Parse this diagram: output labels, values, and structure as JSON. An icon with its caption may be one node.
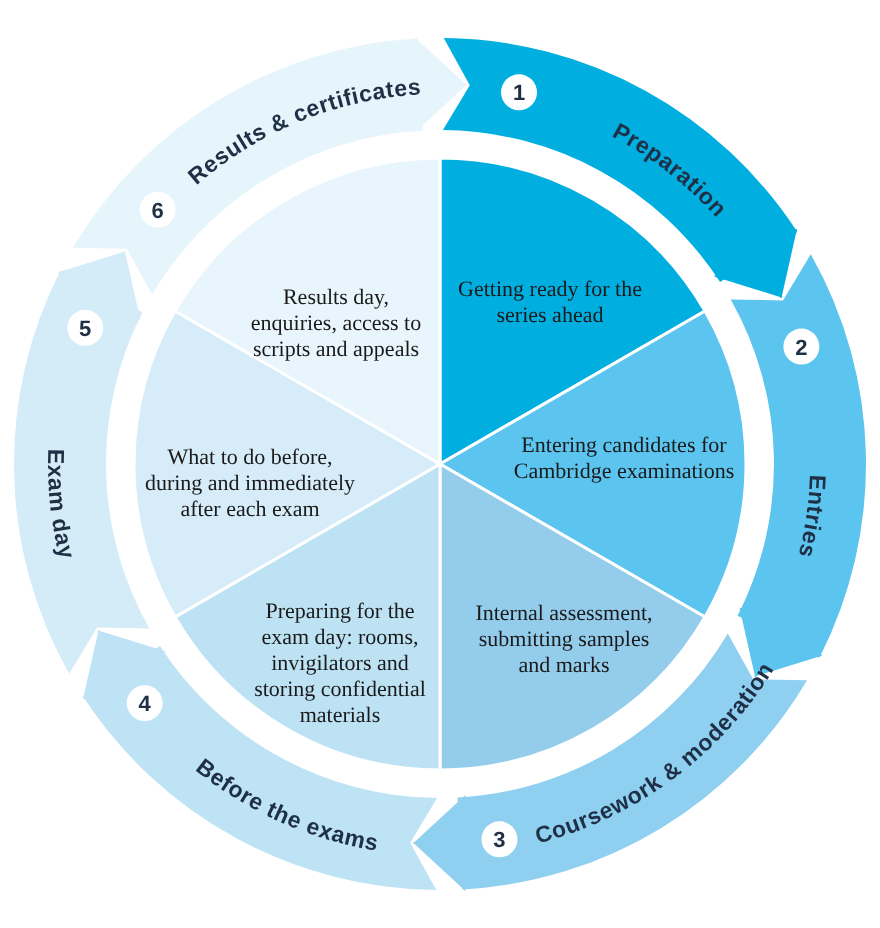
{
  "diagram": {
    "nodes": [
      {
        "text": [
          "1",
          "Preparation"
        ]
      },
      {
        "text": [
          "2",
          "Entries"
        ]
      },
      {
        "text": [
          "3",
          "Coursework & moderation"
        ]
      },
      {
        "text": [
          "4",
          "Before the exams"
        ]
      },
      {
        "text": [
          "5",
          "Exam day"
        ]
      },
      {
        "text": [
          "6",
          "Results & certificates"
        ]
      },
      {
        "text": [
          "Getting ready for the series ahead"
        ]
      },
      {
        "text": [
          "Entering candidates for Cambridge examinations"
        ]
      },
      {
        "text": [
          "Internal assessment, submitting samples and marks"
        ]
      },
      {
        "text": [
          "Preparing for the exam day: rooms, invigilators and storing confidential materials"
        ]
      },
      {
        "text": [
          "What to do before, during and immediately after each exam"
        ]
      },
      {
        "text": [
          "Results day, enquiries, access to scripts and appeals"
        ]
      }
    ],
    "edges": [
      {
        "from": 0,
        "to": 1,
        "arrow": "to",
        "color": "#00aee0"
      },
      {
        "from": 1,
        "to": 2,
        "arrow": "to",
        "color": "#5bc4ef"
      },
      {
        "from": 2,
        "to": 3,
        "arrow": "to",
        "color": "#8fd0f0"
      },
      {
        "from": 3,
        "to": 4,
        "arrow": "to",
        "color": "#bde3f5"
      },
      {
        "from": 4,
        "to": 5,
        "arrow": "to",
        "color": "#d4ecf8"
      },
      {
        "from": 5,
        "to": 0,
        "arrow": "to",
        "color": "#e6f4fb"
      }
    ]
  }
}
